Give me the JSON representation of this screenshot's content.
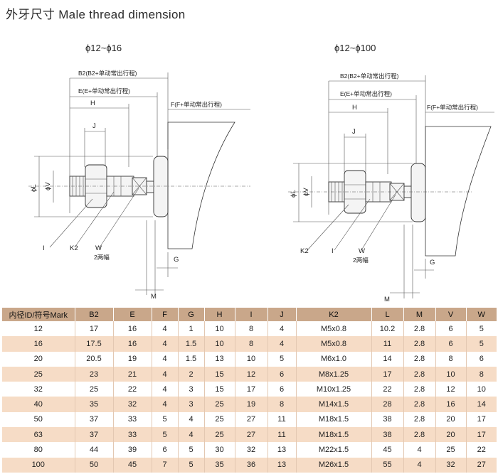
{
  "page": {
    "title": "外牙尺寸 Male thread dimension"
  },
  "drawing": {
    "left": {
      "range": "ϕ12~ϕ16",
      "labels": {
        "b2": "B2(B2+单动常出行程)",
        "e": "E(E+单动常出行程)",
        "f": "F(F+单动常出行程)",
        "h": "H",
        "j": "J",
        "l": "ϕL",
        "v": "ϕV",
        "i": "I",
        "k2": "K2",
        "w": "W",
        "w_note": "2两幅",
        "g": "G",
        "m": "M"
      }
    },
    "right": {
      "range": "ϕ12~ϕ100",
      "labels": {
        "b2": "B2(B2+单动常出行程)",
        "e": "E(E+单动常出行程)",
        "f": "F(F+单动常出行程)",
        "h": "H",
        "j": "J",
        "l": "ϕL",
        "v": "ϕV",
        "i": "I",
        "k2": "K2",
        "w": "W",
        "w_note": "2两幅",
        "g": "G",
        "m": "M"
      }
    }
  },
  "table": {
    "headers": [
      "内径ID/符号Mark",
      "B2",
      "E",
      "F",
      "G",
      "H",
      "I",
      "J",
      "K2",
      "L",
      "M",
      "V",
      "W"
    ],
    "rows": [
      [
        "12",
        "17",
        "16",
        "4",
        "1",
        "10",
        "8",
        "4",
        "M5x0.8",
        "10.2",
        "2.8",
        "6",
        "5"
      ],
      [
        "16",
        "17.5",
        "16",
        "4",
        "1.5",
        "10",
        "8",
        "4",
        "M5x0.8",
        "11",
        "2.8",
        "6",
        "5"
      ],
      [
        "20",
        "20.5",
        "19",
        "4",
        "1.5",
        "13",
        "10",
        "5",
        "M6x1.0",
        "14",
        "2.8",
        "8",
        "6"
      ],
      [
        "25",
        "23",
        "21",
        "4",
        "2",
        "15",
        "12",
        "6",
        "M8x1.25",
        "17",
        "2.8",
        "10",
        "8"
      ],
      [
        "32",
        "25",
        "22",
        "4",
        "3",
        "15",
        "17",
        "6",
        "M10x1.25",
        "22",
        "2.8",
        "12",
        "10"
      ],
      [
        "40",
        "35",
        "32",
        "4",
        "3",
        "25",
        "19",
        "8",
        "M14x1.5",
        "28",
        "2.8",
        "16",
        "14"
      ],
      [
        "50",
        "37",
        "33",
        "5",
        "4",
        "25",
        "27",
        "11",
        "M18x1.5",
        "38",
        "2.8",
        "20",
        "17"
      ],
      [
        "63",
        "37",
        "33",
        "5",
        "4",
        "25",
        "27",
        "11",
        "M18x1.5",
        "38",
        "2.8",
        "20",
        "17"
      ],
      [
        "80",
        "44",
        "39",
        "6",
        "5",
        "30",
        "32",
        "13",
        "M22x1.5",
        "45",
        "4",
        "25",
        "22"
      ],
      [
        "100",
        "50",
        "45",
        "7",
        "5",
        "35",
        "36",
        "13",
        "M26x1.5",
        "55",
        "4",
        "32",
        "27"
      ]
    ]
  }
}
